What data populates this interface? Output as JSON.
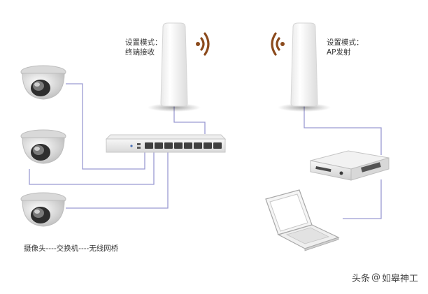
{
  "ap_left": {
    "mode_title": "设置模式：",
    "mode_value": "终端接收"
  },
  "ap_right": {
    "mode_title": "设置模式：",
    "mode_value": "AP发射"
  },
  "caption": "摄像头----交换机----无线网桥",
  "watermark": {
    "prefix": "头条",
    "at": "@",
    "name": "如皋神工"
  },
  "colors": {
    "cable": "#9a9ad2",
    "signal": "#8b4a1c",
    "device_outline": "#d6d6d6"
  }
}
